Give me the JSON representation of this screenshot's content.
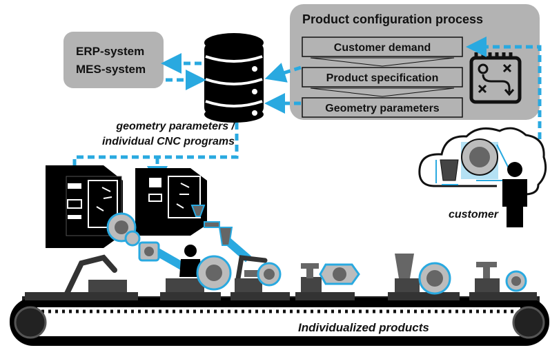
{
  "erp_box": {
    "line1": "ERP-system",
    "line2": "MES-system"
  },
  "config_panel": {
    "title": "Product configuration process",
    "steps": [
      "Customer demand",
      "Product specification",
      "Geometry parameters"
    ]
  },
  "labels": {
    "geo_line1": "geometry parameters /",
    "geo_line2": "individual CNC programs",
    "customer": "customer",
    "conveyor": "Individualized products"
  },
  "colors": {
    "accent": "#29a9e0",
    "panel": "#b3b3b3",
    "dark": "#111111",
    "part": "#666666"
  }
}
